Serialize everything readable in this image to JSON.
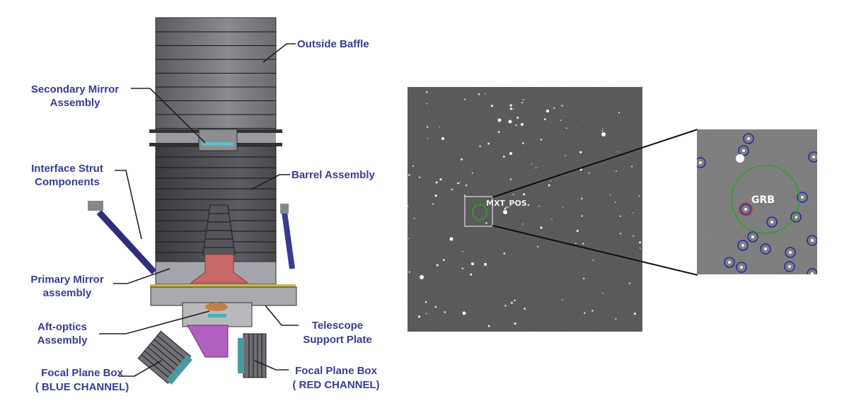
{
  "telescope_diagram": {
    "labels": {
      "outside_baffle": "Outside Baffle",
      "secondary_mirror": [
        "Secondary Mirror",
        "Assembly"
      ],
      "interface_strut": [
        "Interface Strut",
        "Components"
      ],
      "barrel_assembly": "Barrel Assembly",
      "primary_mirror": [
        "Primary Mirror",
        "assembly"
      ],
      "aft_optics": [
        "Aft-optics",
        "Assembly"
      ],
      "support_plate": [
        "Telescope",
        "Support Plate"
      ],
      "focal_blue": [
        "Focal Plane Box",
        "( BLUE CHANNEL)"
      ],
      "focal_red": [
        "Focal Plane Box",
        "( RED CHANNEL)"
      ]
    },
    "colors": {
      "label": "#3a3a96",
      "strut": "#2e2e7a",
      "cone": "#c86a6a",
      "prism": "#a050b0"
    }
  },
  "star_field": {
    "position_label": "MXT_POS.",
    "inset_label": "GRB",
    "colors": {
      "error_circle": "#2fa02f",
      "candidate": "#d03030",
      "catalog": "#2828a0"
    }
  }
}
